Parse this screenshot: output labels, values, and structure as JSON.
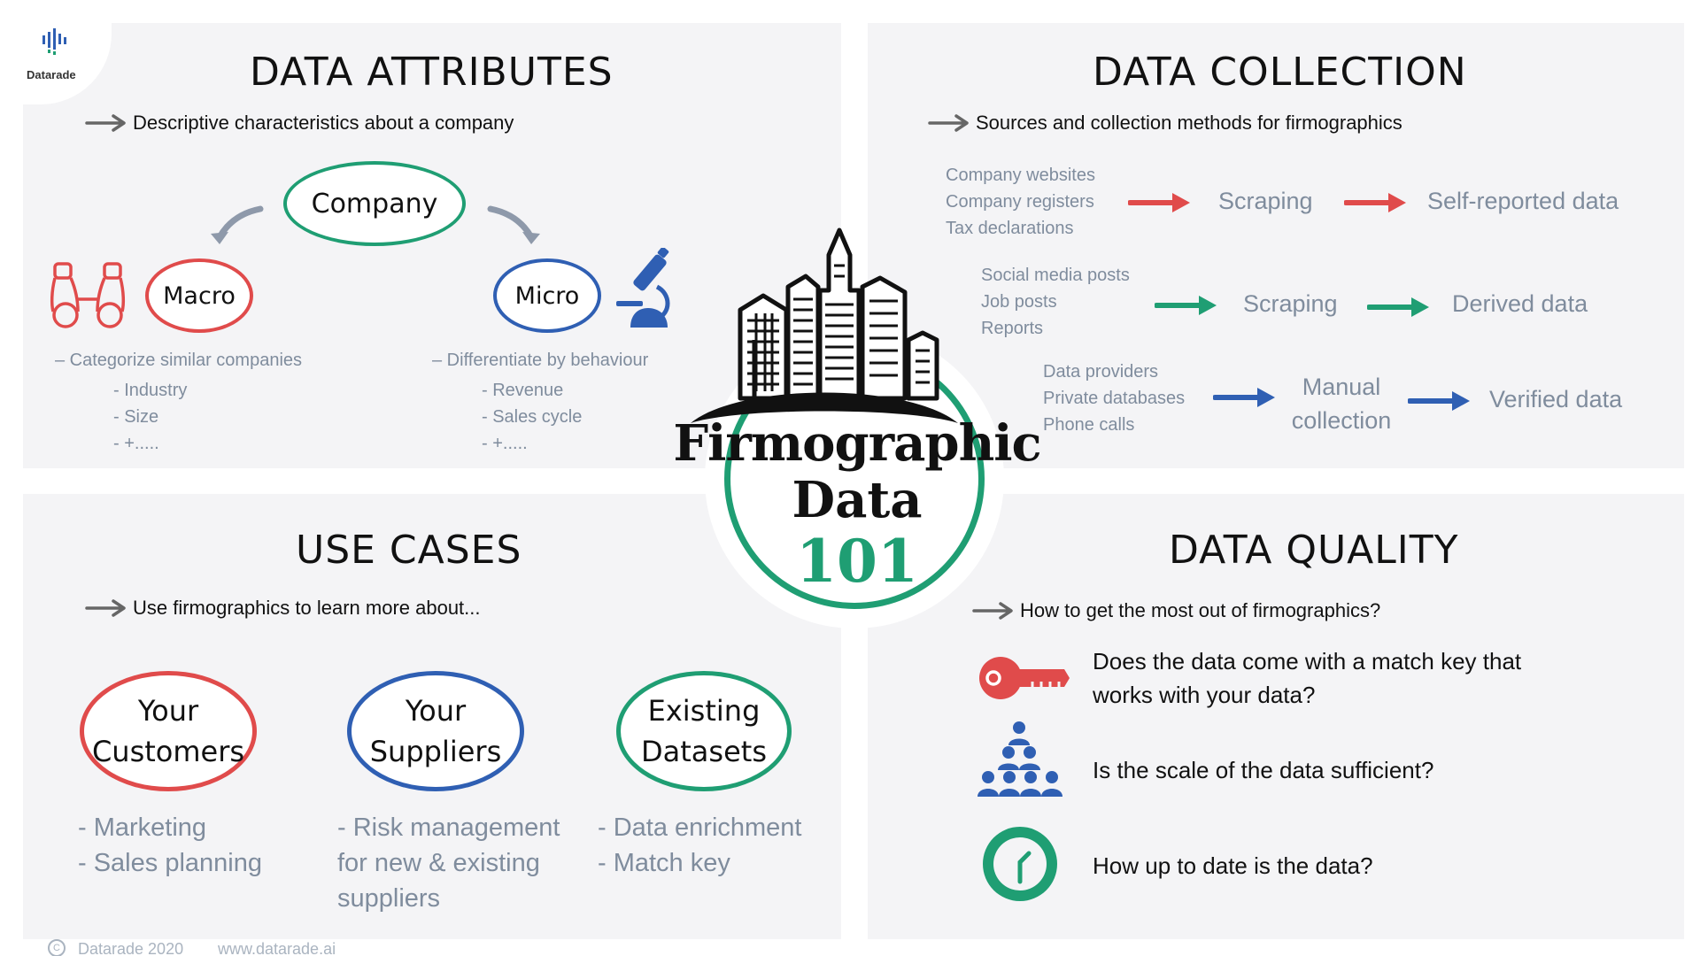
{
  "logo": {
    "name": "Datarade"
  },
  "attributes": {
    "title": "DATA ATTRIBUTES",
    "subtitle": "Descriptive characteristics about a company",
    "company": "Company",
    "macro": "Macro",
    "micro": "Micro",
    "macro_desc": "– Categorize similar companies",
    "macro_items": [
      "- Industry",
      "- Size",
      "- +....."
    ],
    "micro_desc": "– Differentiate by behaviour",
    "micro_items": [
      "- Revenue",
      "- Sales cycle",
      "- +....."
    ]
  },
  "collection": {
    "title": "DATA COLLECTION",
    "subtitle": "Sources and collection methods for firmographics",
    "rows": [
      {
        "sources": [
          "Company websites",
          "Company registers",
          "Tax declarations"
        ],
        "method": "Scraping",
        "result": "Self-reported data",
        "color": "#e04b4b"
      },
      {
        "sources": [
          "Social media posts",
          "Job posts",
          "Reports"
        ],
        "method": "Scraping",
        "result": "Derived data",
        "color": "#1f9e73"
      },
      {
        "sources": [
          "Data providers",
          "Private databases",
          "Phone calls"
        ],
        "method_line1": "Manual",
        "method_line2": "collection",
        "result": "Verified data",
        "color": "#2f5fb3"
      }
    ]
  },
  "center": {
    "line1": "Firmographic",
    "line2": "Data",
    "line3": "101"
  },
  "use_cases": {
    "title": "USE CASES",
    "subtitle": "Use firmographics to learn more about...",
    "items": [
      {
        "line1": "Your",
        "line2": "Customers",
        "details": [
          "- Marketing",
          "- Sales planning"
        ],
        "color": "#e04b4b"
      },
      {
        "line1": "Your",
        "line2": "Suppliers",
        "details": [
          "- Risk management",
          "for new & existing",
          "suppliers"
        ],
        "color": "#2f5fb3"
      },
      {
        "line1": "Existing",
        "line2": "Datasets",
        "details": [
          "- Data enrichment",
          "- Match key"
        ],
        "color": "#1f9e73"
      }
    ]
  },
  "quality": {
    "title": "DATA QUALITY",
    "subtitle": "How to get the most out of firmographics?",
    "questions": [
      {
        "line1": "Does the data come with a match key that",
        "line2": "works with your data?",
        "icon": "key-icon"
      },
      {
        "line1": "Is the scale of the data sufficient?",
        "icon": "people-pyramid-icon"
      },
      {
        "line1": "How up to date is the data?",
        "icon": "clock-icon"
      }
    ]
  },
  "footer": {
    "copyright": "Datarade 2020",
    "url": "www.datarade.ai",
    "copyright_symbol": "C"
  },
  "colors": {
    "red": "#e04b4b",
    "green": "#1f9e73",
    "blue": "#2f5fb3",
    "gray": "#7f8c9d",
    "panel": "#f4f4f6"
  }
}
